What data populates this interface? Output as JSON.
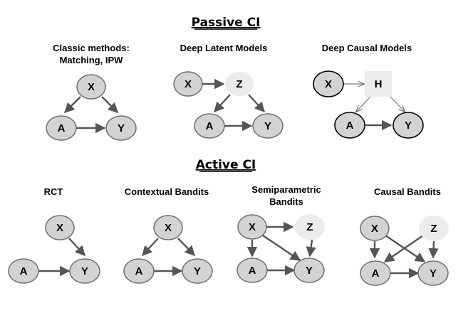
{
  "sections": {
    "passive": "Passive CI",
    "active": "Active CI"
  },
  "panels": {
    "classic": {
      "title_line1": "Classic methods:",
      "title_line2": "Matching, IPW"
    },
    "deep_latent": {
      "title": "Deep Latent Models"
    },
    "deep_causal": {
      "title": "Deep Causal Models"
    },
    "rct": {
      "title": "RCT"
    },
    "contextual": {
      "title": "Contextual Bandits"
    },
    "semiparametric": {
      "title_line1": "Semiparametric",
      "title_line2": "Bandits"
    },
    "causal_bandits": {
      "title": "Causal Bandits"
    }
  },
  "labels": {
    "x": "X",
    "a": "A",
    "y": "Y",
    "z": "Z",
    "h": "H"
  },
  "colors": {
    "node_fill": "#d3d3d3",
    "node_stroke": "#6e6e6e",
    "latent_fill": "#ececec",
    "edge": "#555555"
  }
}
